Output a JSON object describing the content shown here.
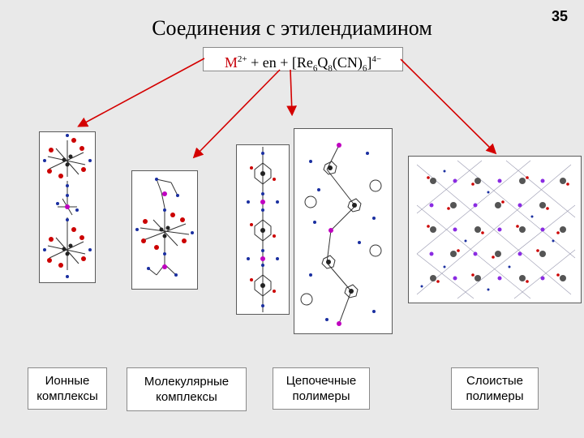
{
  "slide_number": "35",
  "title": "Соединения с этилендиамином",
  "formula": {
    "metal": "M",
    "metal_charge": "2+",
    "middle": " + en + [Re",
    "sub1": "6",
    "q": "Q",
    "sub2": "8",
    "cn": "(CN)",
    "sub3": "6",
    "close": "]",
    "charge": "4−"
  },
  "categories": [
    {
      "label_line1": "Ионные",
      "label_line2": "комплексы"
    },
    {
      "label_line1": "Молекулярные",
      "label_line2": "комплексы"
    },
    {
      "label_line1": "Цепочечные",
      "label_line2": "полимеры"
    },
    {
      "label_line1": "Слоистые",
      "label_line2": "полимеры"
    }
  ],
  "colors": {
    "arrow": "#d40000",
    "metal_text": "#c8000a",
    "atom_red": "#cc0000",
    "atom_blue": "#1a2fa0",
    "atom_magenta": "#c000c0",
    "atom_dark": "#222222"
  }
}
